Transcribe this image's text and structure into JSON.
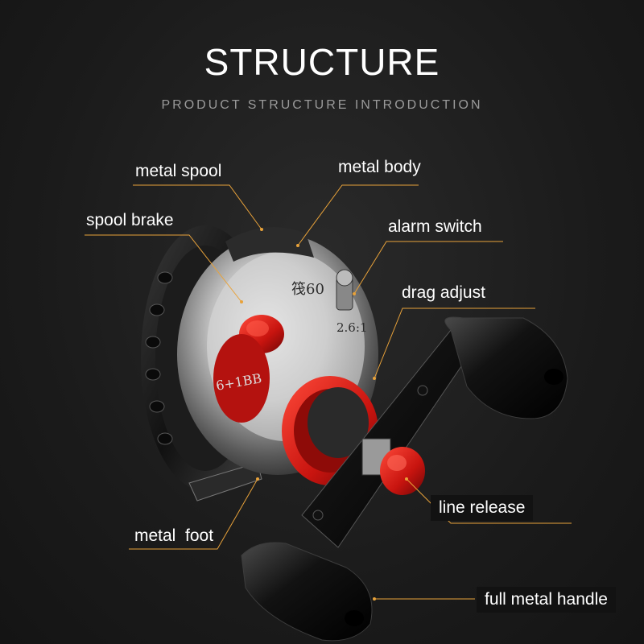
{
  "header": {
    "title": "STRUCTURE",
    "subtitle": "PRODUCT STRUCTURE INTRODUCTION"
  },
  "callouts": {
    "metal_spool": "metal spool",
    "metal_body": "metal body",
    "spool_brake": "spool brake",
    "alarm_switch": "alarm switch",
    "drag_adjust": "drag adjust",
    "line_release": "line release",
    "metal_foot": "metal  foot",
    "full_metal_handle": "full metal handle"
  },
  "reel_markings": {
    "model": "筏60",
    "ratio": "2.6:1",
    "bearings": "6+1BB"
  },
  "colors": {
    "leader_line": "#e8a23a",
    "accent_red": "#d11a1a"
  }
}
